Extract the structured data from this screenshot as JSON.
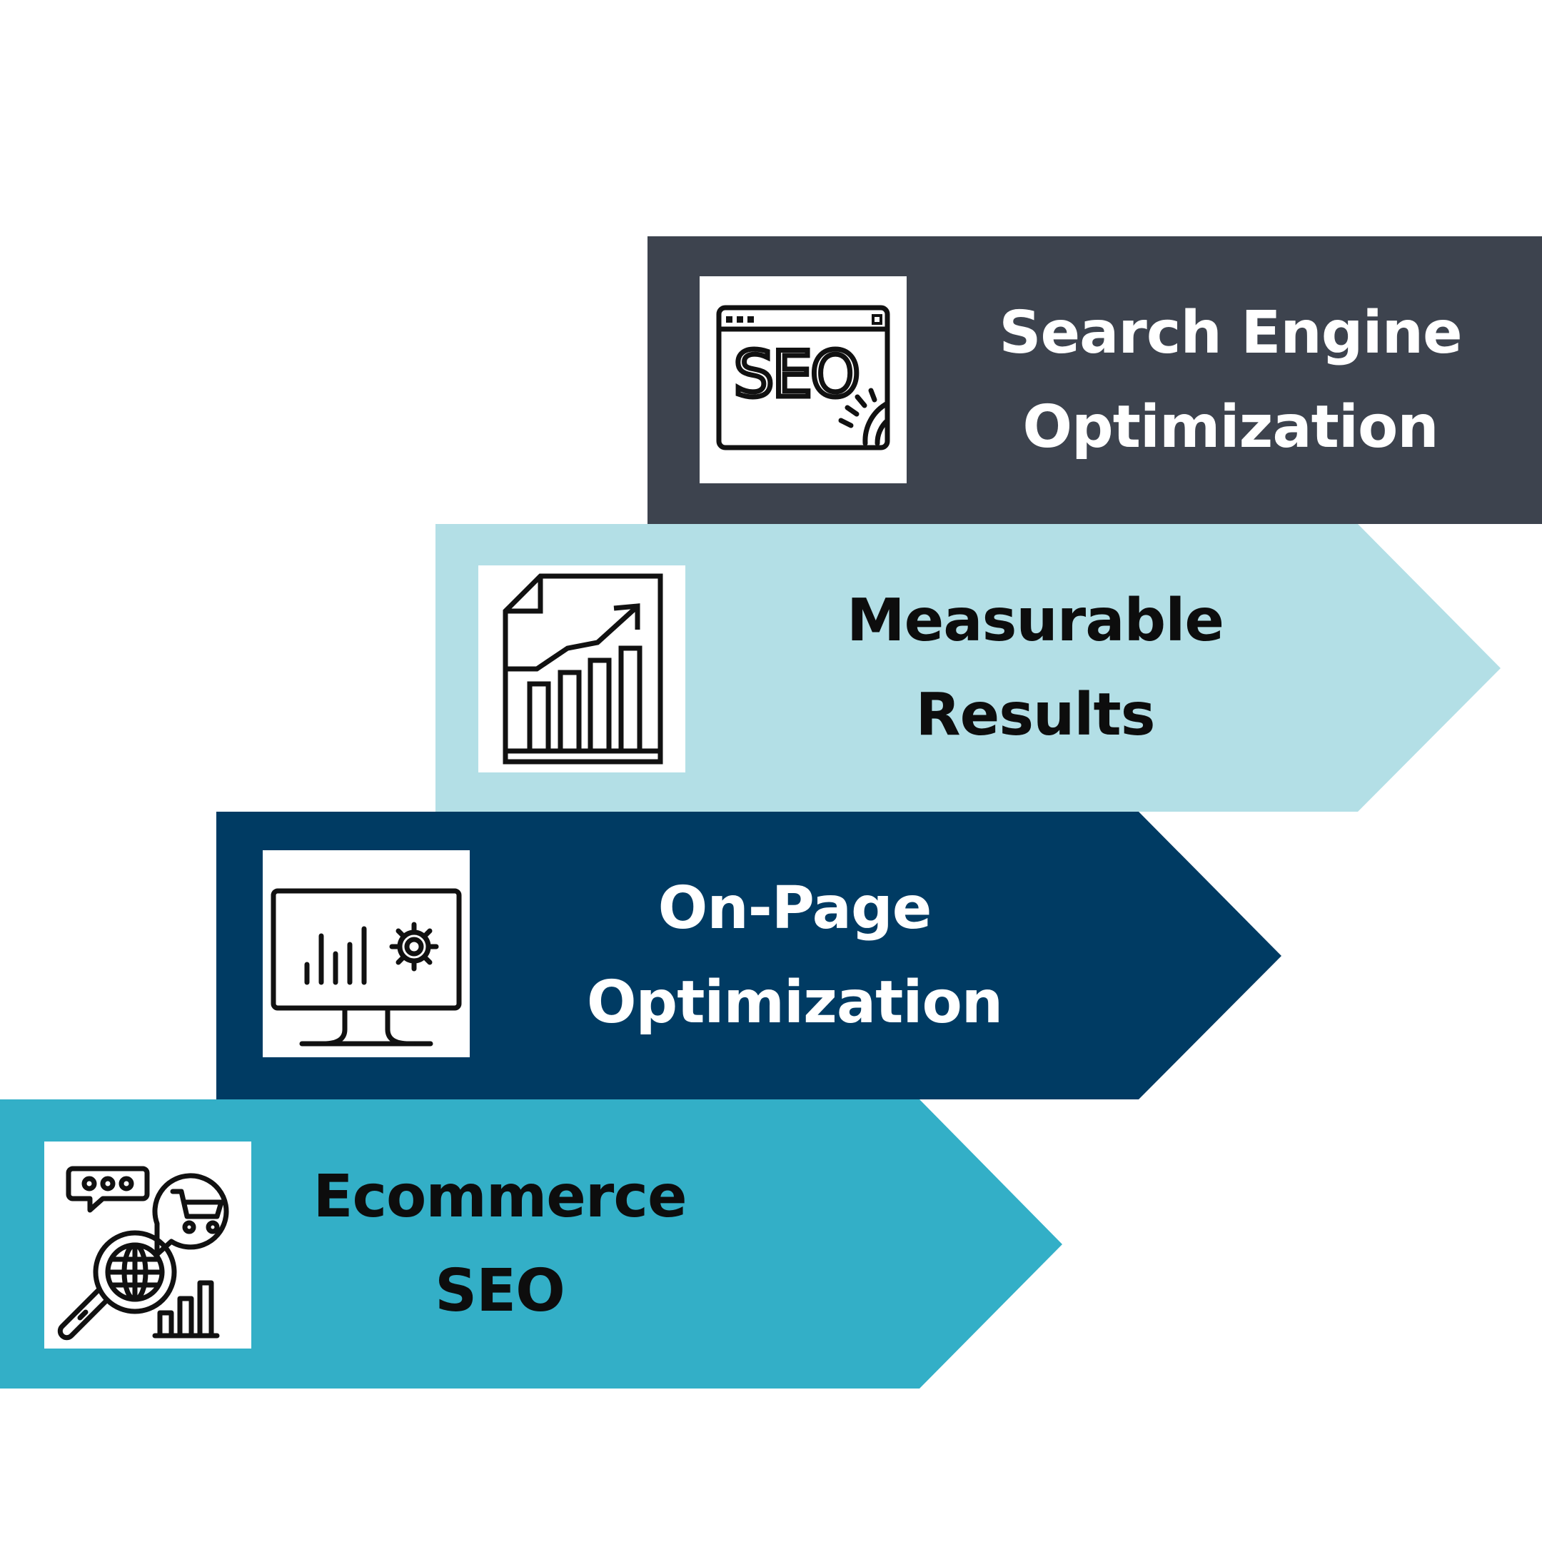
{
  "steps": [
    {
      "id": "seo",
      "line1": "Search Engine",
      "line2": "Optimization",
      "color": "#3d434e",
      "text_color": "#ffffff",
      "icon": "seo-browser-icon",
      "icon_text": "SEO"
    },
    {
      "id": "measurable",
      "line1": "Measurable",
      "line2": "Results",
      "color": "#b3dfe6",
      "text_color": "#0d0d0d",
      "icon": "growth-report-icon"
    },
    {
      "id": "onpage",
      "line1": "On-Page",
      "line2": "Optimization",
      "color": "#003b63",
      "text_color": "#ffffff",
      "icon": "monitor-analytics-icon"
    },
    {
      "id": "ecommerce",
      "line1": "Ecommerce",
      "line2": "SEO",
      "color": "#33afc7",
      "text_color": "#0d0d0d",
      "icon": "ecommerce-search-icon"
    }
  ]
}
